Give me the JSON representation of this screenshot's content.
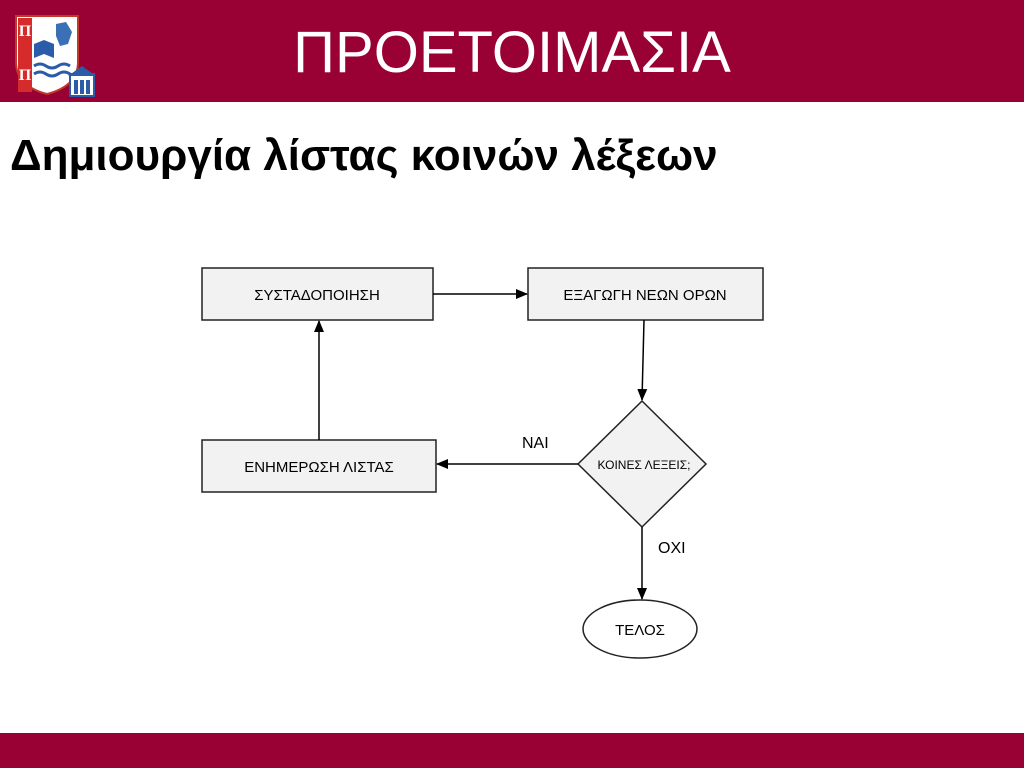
{
  "header": {
    "title": "ΠΡΟΕΤΟΙΜΑΣΙΑ",
    "background_color": "#990033",
    "logo_icon": "university-of-piraeus-logo-icon"
  },
  "subtitle": "Δημιουργία λίστας κοινών λέξεων",
  "diagram": {
    "nodes": {
      "clustering": "ΣΥΣΤΑΔΟΠΟΙΗΣΗ",
      "extraction": "ΕΞΑΓΩΓΗ ΝΕΩΝ ΟΡΩΝ",
      "decision": "ΚΟΙΝΕΣ ΛΕΞΕΙΣ;",
      "update": "ΕΝΗΜΕΡΩΣΗ ΛΙΣΤΑΣ",
      "end": "ΤΕΛΟΣ"
    },
    "labels": {
      "yes": "ΝΑΙ",
      "no": "ΟΧΙ"
    },
    "box_fill": "#f2f2f2"
  },
  "footer": {
    "background_color": "#990033"
  }
}
